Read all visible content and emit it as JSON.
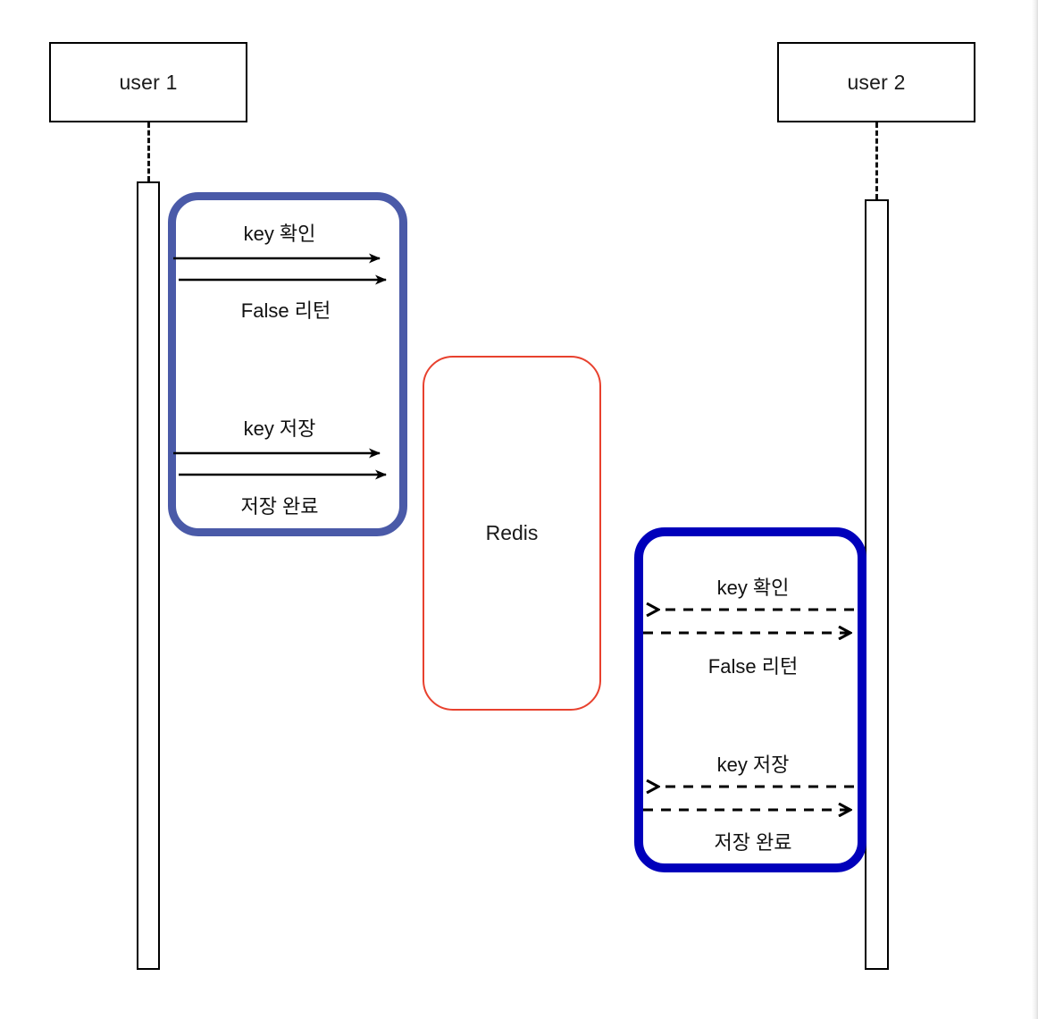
{
  "diagram": {
    "type": "sequence-diagram",
    "background_color": "#ffffff",
    "participants": [
      {
        "id": "user1",
        "label": "user 1"
      },
      {
        "id": "user2",
        "label": "user 2"
      }
    ],
    "groups": [
      {
        "id": "group-user1",
        "label": "",
        "border_color": "#4a5aa8",
        "style": "solid-arrows",
        "messages": [
          {
            "label": "key 확인",
            "direction": "right",
            "line": "solid"
          },
          {
            "label": "False 리턴",
            "direction": "left",
            "line": "solid"
          },
          {
            "label": "key 저장",
            "direction": "right",
            "line": "solid"
          },
          {
            "label": "저장 완료",
            "direction": "left",
            "line": "solid"
          }
        ]
      },
      {
        "id": "group-redis",
        "label": "Redis",
        "border_color": "#e8412e",
        "style": "note",
        "messages": []
      },
      {
        "id": "group-user2",
        "label": "",
        "border_color": "#0000bb",
        "style": "dashed-arrows",
        "messages": [
          {
            "label": "key 확인",
            "direction": "left",
            "line": "dashed"
          },
          {
            "label": "False 리턴",
            "direction": "right",
            "line": "dashed"
          },
          {
            "label": "key 저장",
            "direction": "left",
            "line": "dashed"
          },
          {
            "label": "저장 완료",
            "direction": "right",
            "line": "dashed"
          }
        ]
      }
    ],
    "messages": {
      "g1_m1": "key 확인",
      "g1_m2": "False 리턴",
      "g1_m3": "key 저장",
      "g1_m4": "저장 완료",
      "g3_m1": "key 확인",
      "g3_m2": "False 리턴",
      "g3_m3": "key 저장",
      "g3_m4": "저장 완료",
      "redis_label": "Redis"
    }
  }
}
